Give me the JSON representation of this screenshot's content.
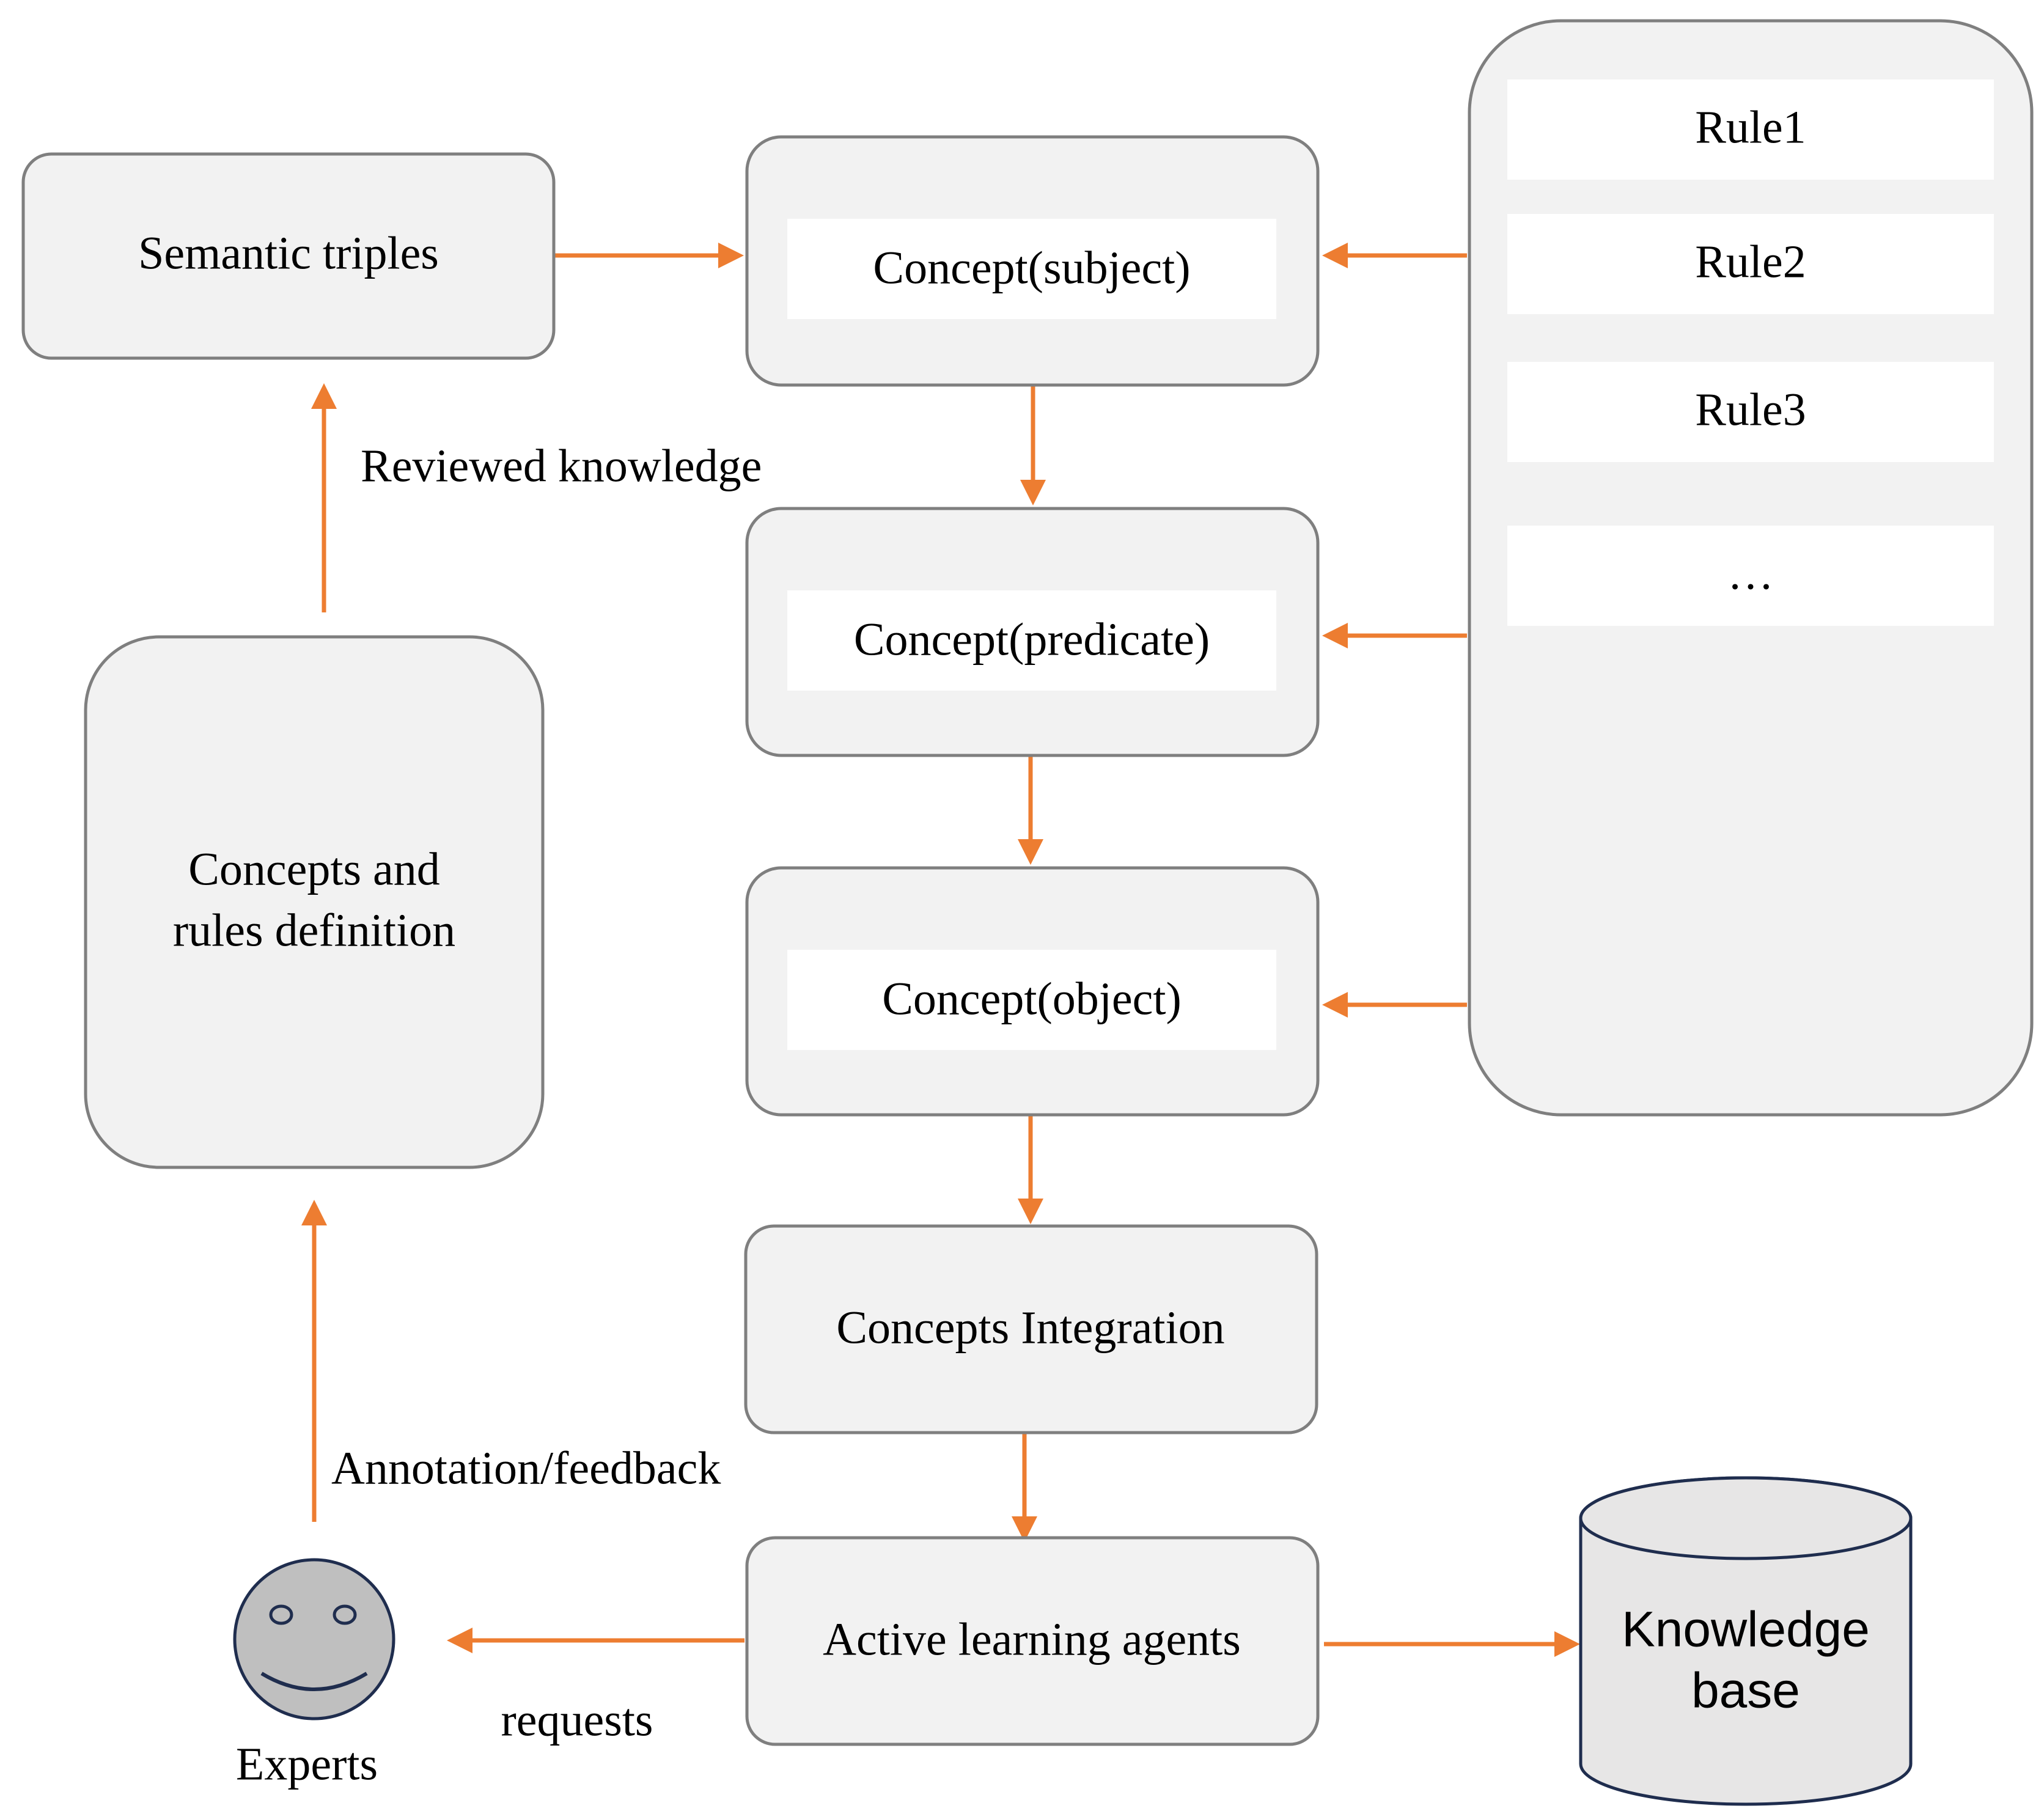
{
  "colors": {
    "arrow": "#ED7D31",
    "box_fill": "#F2F2F2",
    "box_stroke": "#7F7F7F",
    "inner_fill": "#FFFFFF",
    "text": "#000000",
    "cylinder_fill": "#E7E6E6",
    "cylinder_stroke": "#1F2D4E",
    "face_fill": "#BFBFBF",
    "face_stroke": "#1F2D4E"
  },
  "nodes": {
    "semantic_triples": "Semantic triples",
    "concept_subject": "Concept(subject)",
    "concept_predicate": "Concept(predicate)",
    "concept_object": "Concept(object)",
    "concepts_integration": "Concepts Integration",
    "active_learning_agents": "Active learning agents",
    "concepts_rules_line1": "Concepts and",
    "concepts_rules_line2": "rules definition",
    "knowledge_base_line1": "Knowledge",
    "knowledge_base_line2": "base",
    "experts": "Experts"
  },
  "rules": [
    "Rule1",
    "Rule2",
    "Rule3",
    "…"
  ],
  "edge_labels": {
    "reviewed_knowledge": "Reviewed knowledge",
    "annotation_feedback": "Annotation/feedback",
    "requests": "requests"
  },
  "icons": {
    "experts": "smiley-face-icon",
    "knowledge_base": "database-cylinder-icon"
  }
}
